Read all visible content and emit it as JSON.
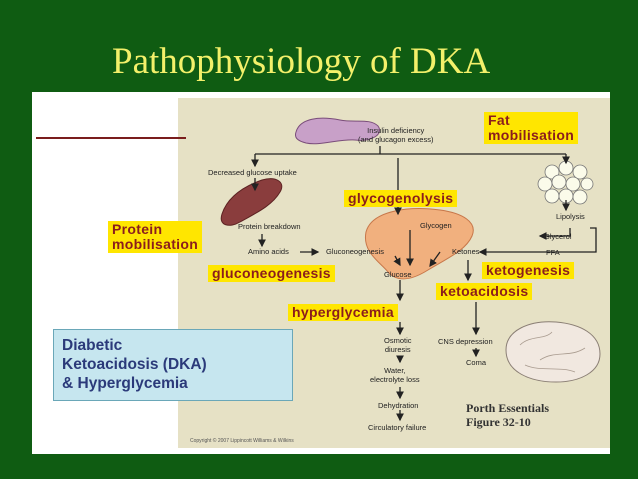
{
  "slide": {
    "title": "Pathophysiology of DKA"
  },
  "diagram": {
    "highlights": {
      "fat": [
        "Fat",
        "mobilisation"
      ],
      "protein": [
        "Protein",
        "mobilisation"
      ],
      "glycogenolysis": "glycogenolysis",
      "gluconeogenesis": "gluconeogenesis",
      "ketogenesis": "ketogenesis",
      "ketoacidosis": "ketoacidosis",
      "hyperglycemia": "hyperglycemia"
    },
    "labels": {
      "insulin": [
        "Insulin deficiency",
        "(and glucagon excess)"
      ],
      "decreased_uptake": "Decreased glucose uptake",
      "protein_breakdown": "Protein breakdown",
      "amino_acids": "Amino acids",
      "gluconeogenesis_small": "Gluconeogenesis",
      "glycogen": "Glycogen",
      "glucose": "Glucose",
      "ketones": "Ketones",
      "lipolysis": "Lipolysis",
      "glycerol": "Glycerol",
      "ffa": "FFA",
      "osmotic_diuresis": [
        "Osmotic",
        "diuresis"
      ],
      "water_loss": [
        "Water,",
        "electrolyte loss"
      ],
      "dehydration": "Dehydration",
      "circulatory_failure": "Circulatory failure",
      "cns_depression": "CNS depression",
      "coma": "Coma"
    },
    "caption_box": [
      "Diabetic",
      "Ketoacidosis (DKA)",
      "& Hyperglycemia"
    ],
    "source": [
      "Porth Essentials",
      "Figure 32-10"
    ],
    "copyright": "Copyright © 2007 Lippincott Williams & Wilkins"
  },
  "colors": {
    "background": "#0f5c12",
    "title": "#f3f06a",
    "highlight_bg": "#ffe600",
    "highlight_text": "#8b1d1d",
    "figure_bg": "#e6e1c5"
  }
}
